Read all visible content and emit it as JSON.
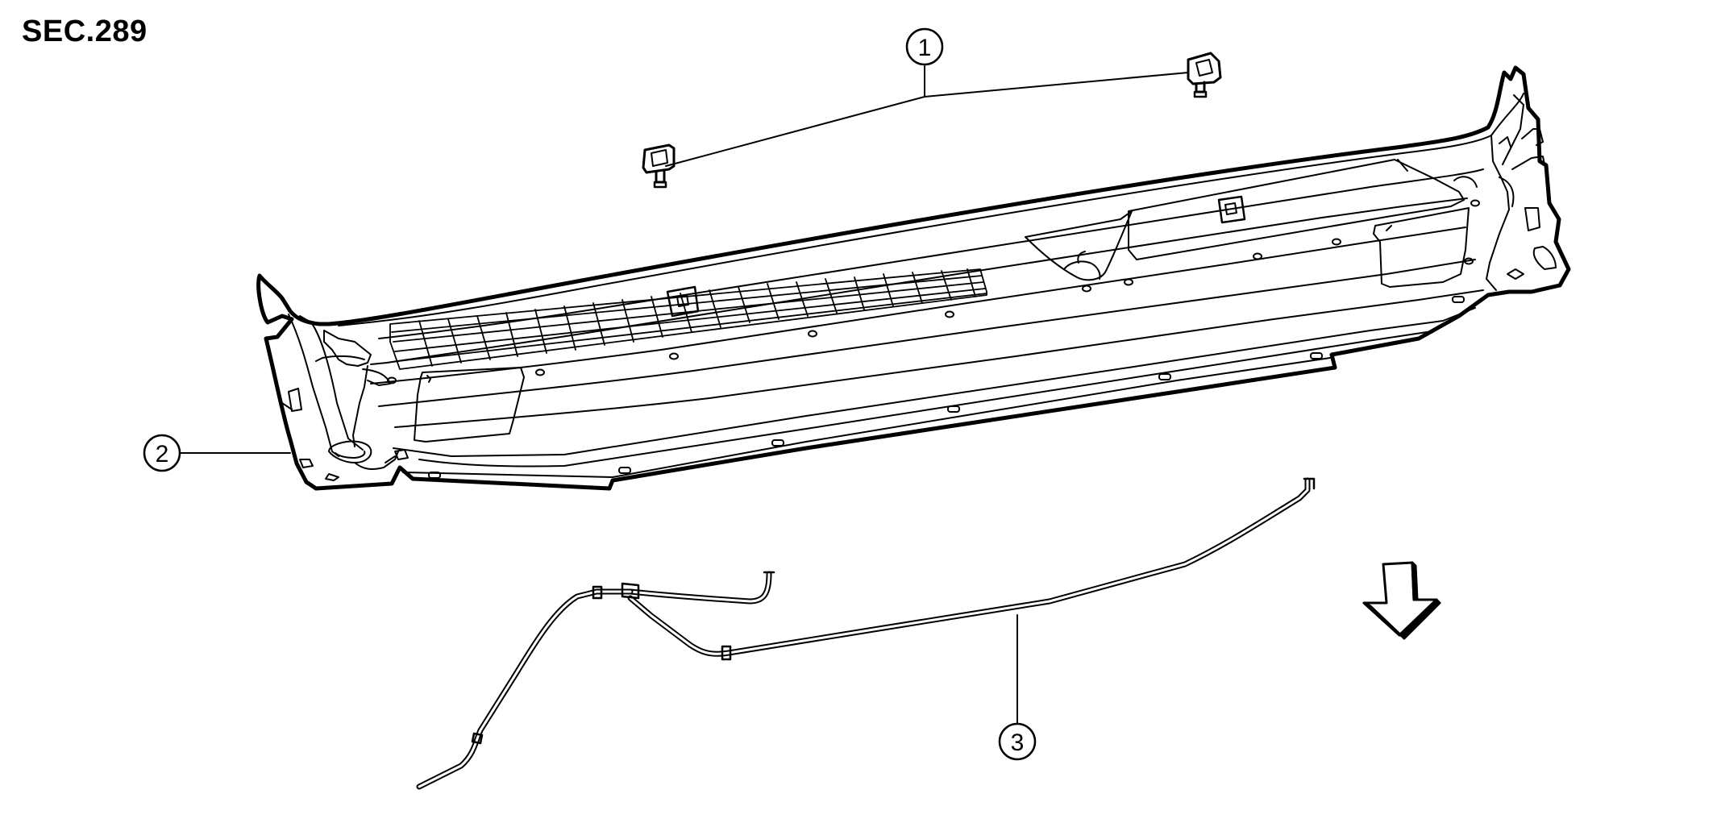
{
  "section_code": "SEC.289",
  "callouts": [
    {
      "number": "1"
    },
    {
      "number": "2"
    },
    {
      "number": "3"
    }
  ],
  "colors": {
    "line": "#000000",
    "background": "#ffffff"
  }
}
